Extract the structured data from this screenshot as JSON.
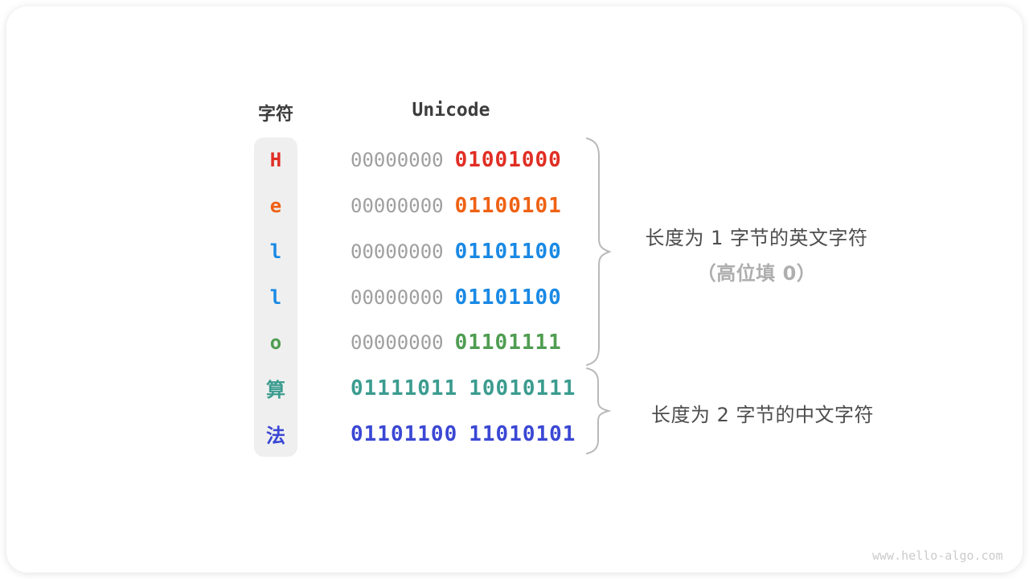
{
  "header": {
    "char_col": "字符",
    "unicode_col": "Unicode"
  },
  "colors": {
    "grey_byte": "#9f9f9f",
    "red": "#e02e24",
    "orange": "#ef6114",
    "blue": "#1989e4",
    "green": "#4f9d51",
    "teal": "#3b9c8f",
    "indigo": "#3a47d4"
  },
  "rows": [
    {
      "char": "H",
      "byte1": "00000000",
      "byte2": "01001000",
      "color": "#e02e24"
    },
    {
      "char": "e",
      "byte1": "00000000",
      "byte2": "01100101",
      "color": "#ef6114"
    },
    {
      "char": "l",
      "byte1": "00000000",
      "byte2": "01101100",
      "color": "#1989e4"
    },
    {
      "char": "l",
      "byte1": "00000000",
      "byte2": "01101100",
      "color": "#1989e4"
    },
    {
      "char": "o",
      "byte1": "00000000",
      "byte2": "01101111",
      "color": "#4f9d51"
    },
    {
      "char": "算",
      "byte1": "01111011",
      "byte2": "10010111",
      "color": "#3b9c8f"
    },
    {
      "char": "法",
      "byte1": "01101100",
      "byte2": "11010101",
      "color": "#3a47d4"
    }
  ],
  "annotations": {
    "english": {
      "line1": "长度为 1 字节的英文字符",
      "line2": "（高位填 0）"
    },
    "chinese": {
      "line1": "长度为 2 字节的中文字符"
    }
  },
  "watermark": "www.hello-algo.com"
}
